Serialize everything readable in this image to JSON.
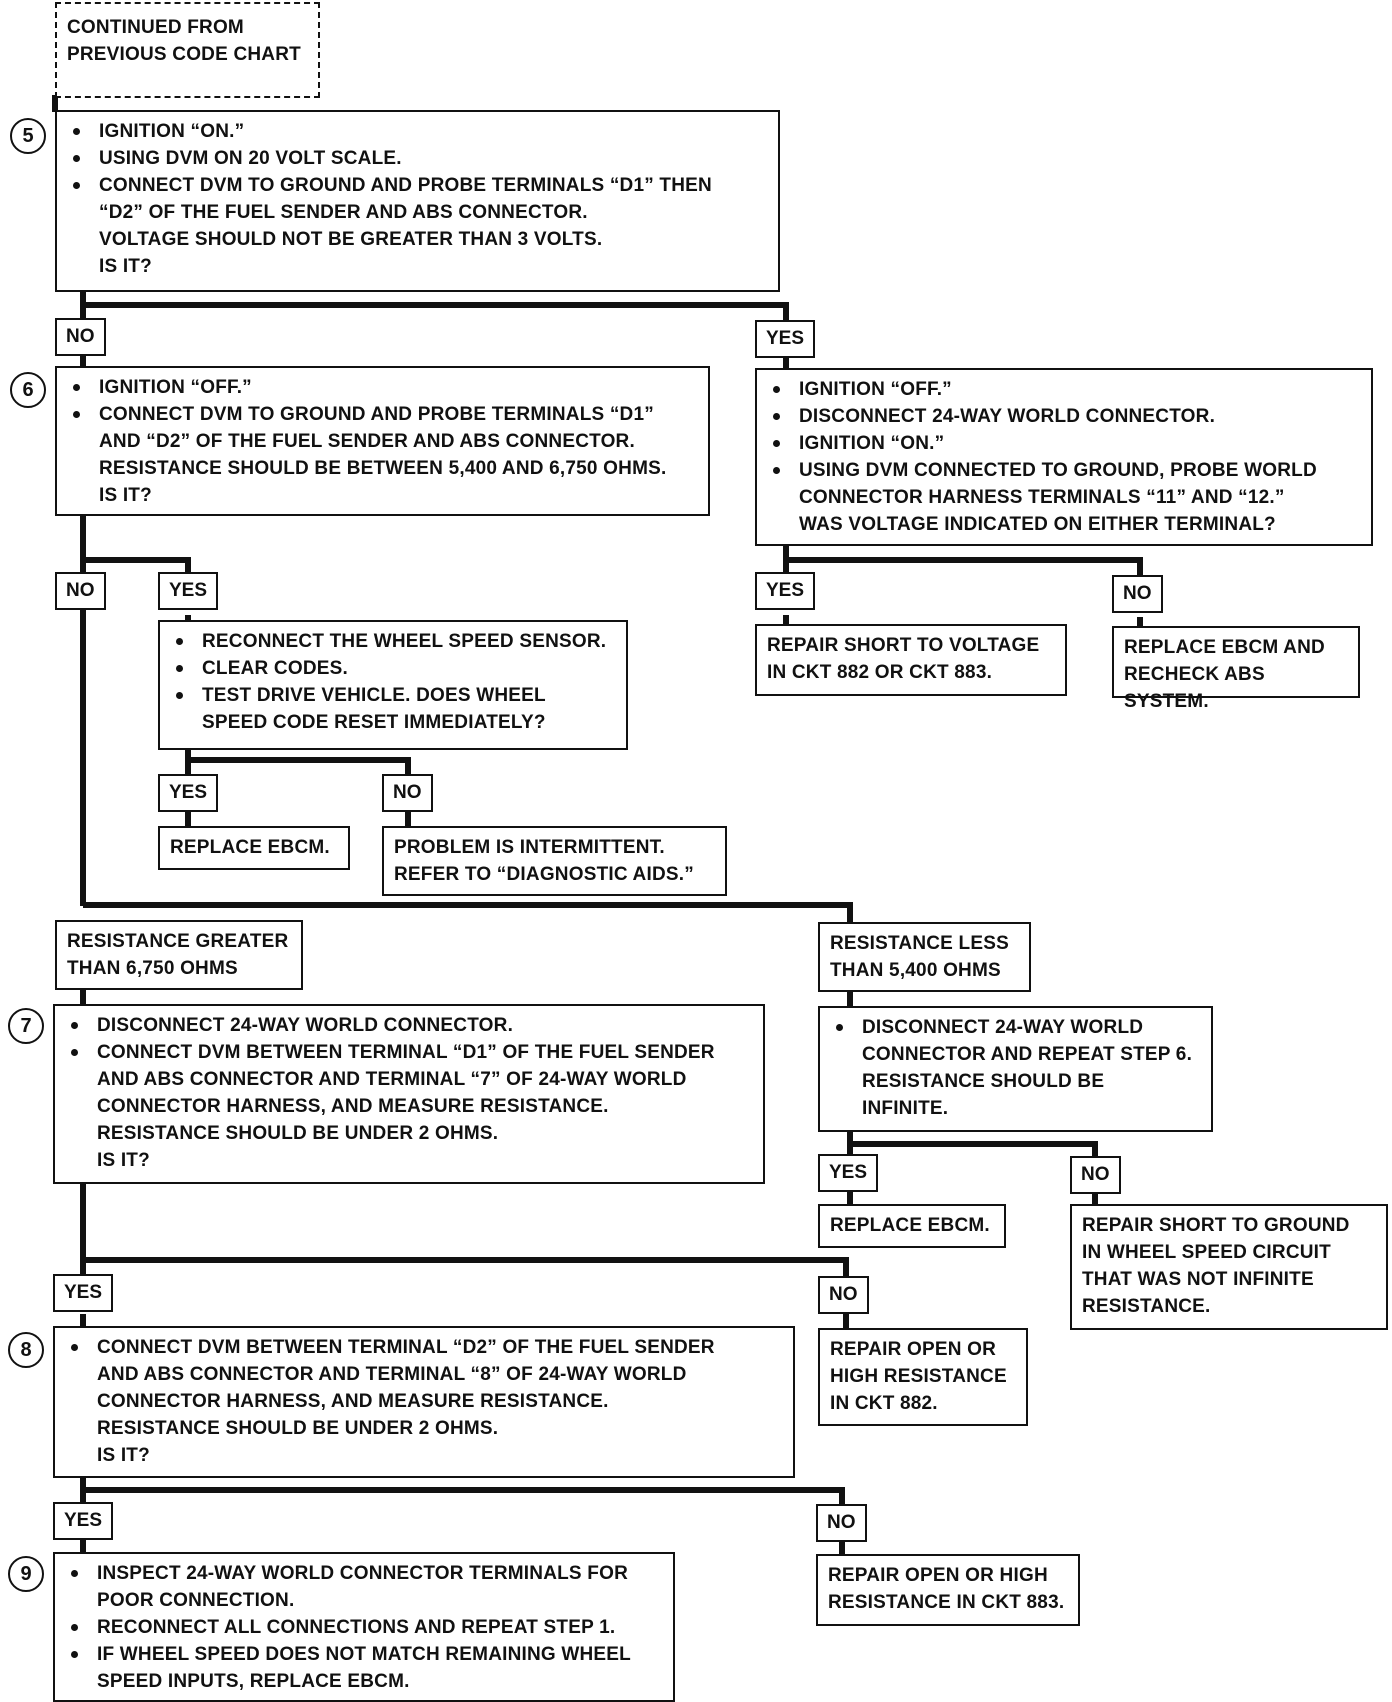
{
  "start": {
    "line1": "CONTINUED FROM",
    "line2": "PREVIOUS CODE CHART"
  },
  "steps": {
    "s5": "5",
    "s6": "6",
    "s7": "7",
    "s8": "8",
    "s9": "9"
  },
  "step5": {
    "bullets": [
      "IGNITION “ON.”",
      "USING DVM ON 20 VOLT SCALE.",
      "CONNECT DVM TO GROUND AND PROBE TERMINALS “D1” THEN"
    ],
    "cont": [
      "“D2” OF THE FUEL SENDER AND ABS CONNECTOR.",
      "VOLTAGE SHOULD NOT BE GREATER THAN 3 VOLTS.",
      "IS IT?"
    ]
  },
  "labels": {
    "yes": "YES",
    "no": "NO"
  },
  "step6": {
    "bullets": [
      "IGNITION “OFF.”",
      "CONNECT DVM TO GROUND AND PROBE TERMINALS “D1”"
    ],
    "cont": [
      "AND “D2” OF THE FUEL SENDER AND ABS CONNECTOR.",
      "RESISTANCE SHOULD BE BETWEEN 5,400 AND 6,750 OHMS.",
      "IS IT?"
    ]
  },
  "yes5": {
    "bullets": [
      "IGNITION “OFF.”",
      "DISCONNECT 24-WAY WORLD CONNECTOR.",
      "IGNITION “ON.”",
      "USING DVM CONNECTED TO GROUND, PROBE WORLD"
    ],
    "cont": [
      "CONNECTOR HARNESS TERMINALS “11” AND “12.”",
      "WAS VOLTAGE INDICATED ON EITHER TERMINAL?"
    ]
  },
  "repair_short_voltage": [
    "REPAIR SHORT TO VOLTAGE",
    "IN CKT 882 OR CKT 883."
  ],
  "replace_recheck": [
    "REPLACE EBCM AND",
    "RECHECK ABS SYSTEM."
  ],
  "yes6": {
    "bullets": [
      "RECONNECT THE WHEEL SPEED SENSOR.",
      "CLEAR CODES.",
      "TEST DRIVE VEHICLE.  DOES WHEEL"
    ],
    "cont": [
      "SPEED CODE RESET IMMEDIATELY?"
    ]
  },
  "replace_ebcm": "REPLACE EBCM.",
  "intermittent": [
    "PROBLEM IS INTERMITTENT.",
    "REFER TO “DIAGNOSTIC AIDS.”"
  ],
  "res_greater": [
    "RESISTANCE GREATER",
    "THAN 6,750 OHMS"
  ],
  "res_less": [
    "RESISTANCE LESS",
    "THAN 5,400 OHMS"
  ],
  "step7": {
    "bullets": [
      "DISCONNECT 24-WAY WORLD CONNECTOR.",
      "CONNECT DVM BETWEEN TERMINAL “D1” OF THE FUEL SENDER"
    ],
    "cont": [
      "AND ABS CONNECTOR AND TERMINAL “7” OF 24-WAY WORLD",
      "CONNECTOR HARNESS, AND MEASURE RESISTANCE.",
      "RESISTANCE SHOULD BE UNDER 2 OHMS.",
      "IS IT?"
    ]
  },
  "less_box": {
    "bullets": [
      "DISCONNECT 24-WAY WORLD"
    ],
    "cont": [
      "CONNECTOR AND REPEAT STEP 6.",
      "RESISTANCE SHOULD BE",
      "INFINITE."
    ]
  },
  "repair_short_ground": [
    "REPAIR SHORT TO GROUND",
    "IN WHEEL SPEED CIRCUIT",
    "THAT WAS NOT INFINITE",
    "RESISTANCE."
  ],
  "repair_open_882": [
    "REPAIR OPEN OR",
    "HIGH RESISTANCE",
    "IN CKT 882."
  ],
  "step8": {
    "bullets": [
      "CONNECT DVM BETWEEN TERMINAL “D2” OF THE FUEL SENDER"
    ],
    "cont": [
      "AND ABS CONNECTOR AND TERMINAL “8” OF 24-WAY WORLD",
      "CONNECTOR HARNESS, AND MEASURE RESISTANCE.",
      "RESISTANCE SHOULD BE UNDER 2 OHMS.",
      "IS IT?"
    ]
  },
  "repair_open_883": [
    "REPAIR OPEN OR HIGH",
    "RESISTANCE IN CKT 883."
  ],
  "step9": {
    "b1": "INSPECT 24-WAY WORLD CONNECTOR TERMINALS FOR",
    "b1c": "POOR CONNECTION.",
    "b2": "RECONNECT ALL CONNECTIONS AND REPEAT STEP 1.",
    "b3": "IF WHEEL SPEED DOES NOT MATCH REMAINING WHEEL",
    "b3c": "SPEED INPUTS, REPLACE EBCM."
  }
}
